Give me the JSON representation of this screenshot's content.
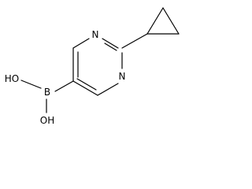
{
  "molecule": {
    "atoms": {
      "n1": "N",
      "n3": "N",
      "boron": "B",
      "oh_top": "HO",
      "oh_bottom": "OH"
    }
  }
}
